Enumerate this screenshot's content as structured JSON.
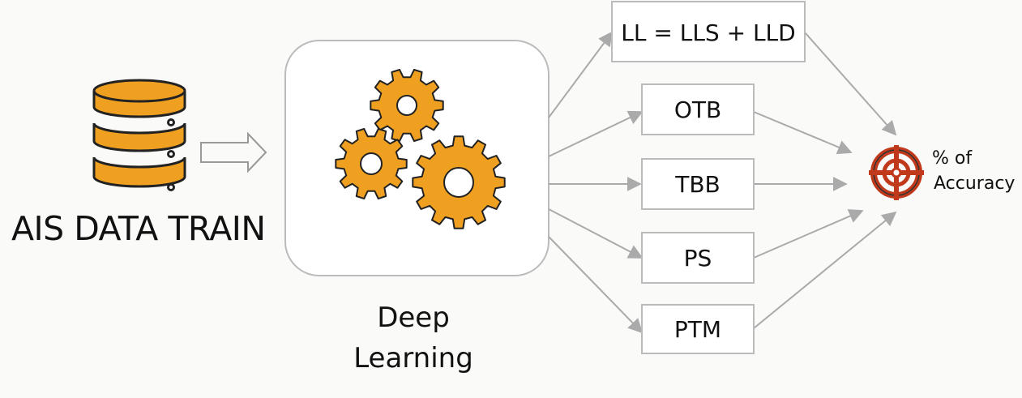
{
  "source": {
    "label": "AIS DATA TRAIN",
    "icon": "database-icon"
  },
  "process": {
    "label_line1": "Deep",
    "label_line2": "Learning",
    "icon": "gears-icon"
  },
  "outputs": [
    {
      "label": "LL = LLS + LLD"
    },
    {
      "label": "OTB"
    },
    {
      "label": "TBB"
    },
    {
      "label": "PS"
    },
    {
      "label": "PTM"
    }
  ],
  "target": {
    "label_line1": "% of",
    "label_line2": "Accuracy",
    "icon": "target-icon"
  },
  "colors": {
    "accent": "#F0A020",
    "target": "#C0391B",
    "arrow": "#aaaaaa",
    "box_border": "#bbbbbb"
  }
}
